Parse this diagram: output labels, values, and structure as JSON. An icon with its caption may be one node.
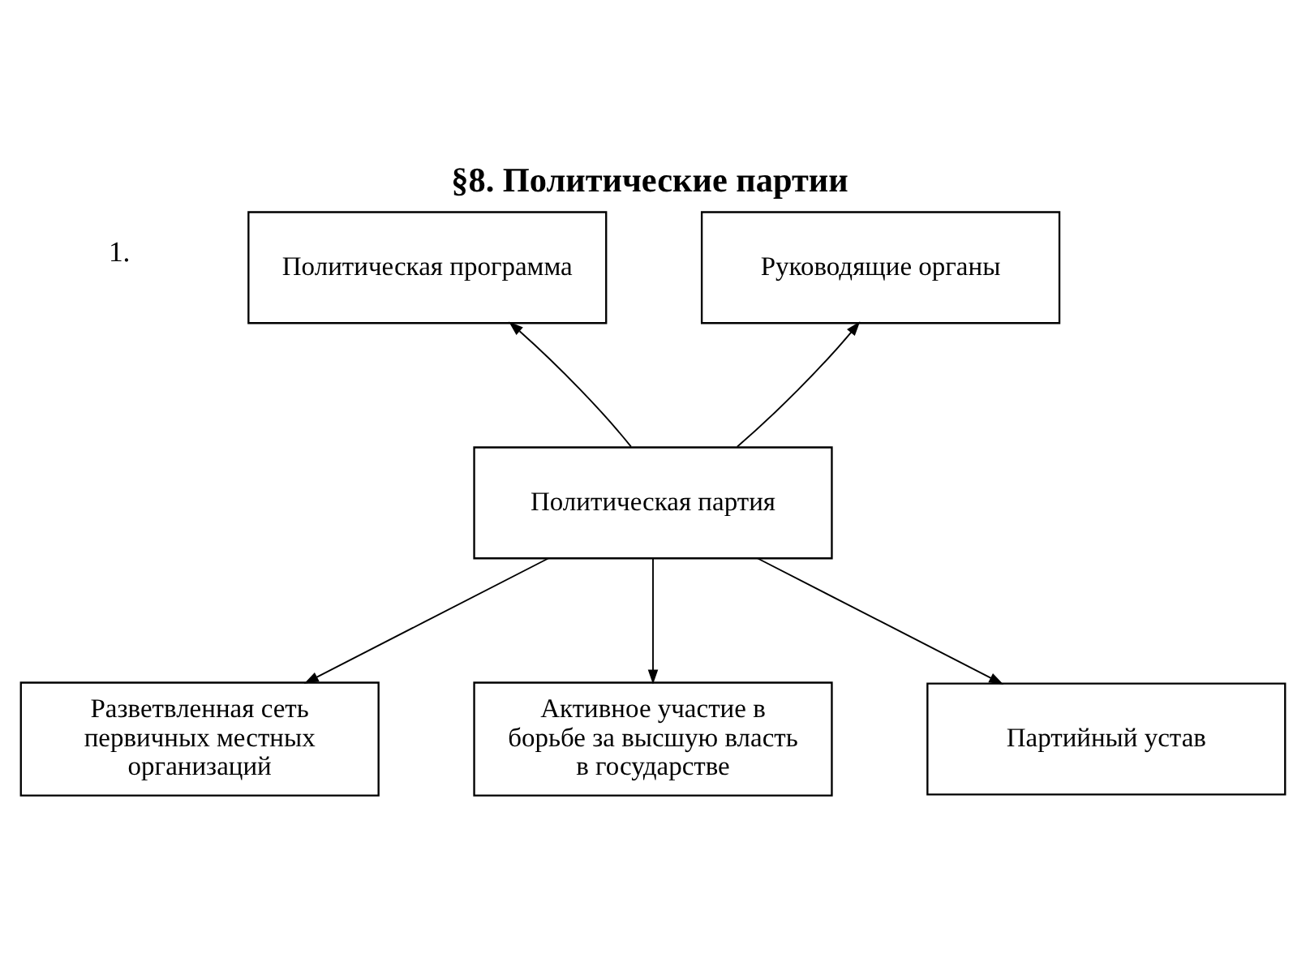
{
  "diagram": {
    "title": "§8. Политические партии",
    "nodes": [
      {
        "text": [
          "Политическая программа"
        ]
      },
      {
        "text": [
          "Руководящие органы"
        ]
      },
      {
        "text": [
          "Политическая партия"
        ]
      },
      {
        "text": [
          "Разветвленная сеть первичных местных организаций"
        ]
      },
      {
        "text": [
          "Активное участие в борьбе за высшую власть в государстве"
        ]
      },
      {
        "text": [
          "Партийный устав"
        ]
      }
    ],
    "edges": [
      {
        "from": 2,
        "to": 0,
        "arrow": "to"
      },
      {
        "from": 2,
        "to": 1,
        "arrow": "to"
      },
      {
        "from": 2,
        "to": 3,
        "arrow": "to"
      },
      {
        "from": 2,
        "to": 4,
        "arrow": "to"
      },
      {
        "from": 2,
        "to": 5,
        "arrow": "to"
      }
    ],
    "labels": [
      "1."
    ]
  }
}
